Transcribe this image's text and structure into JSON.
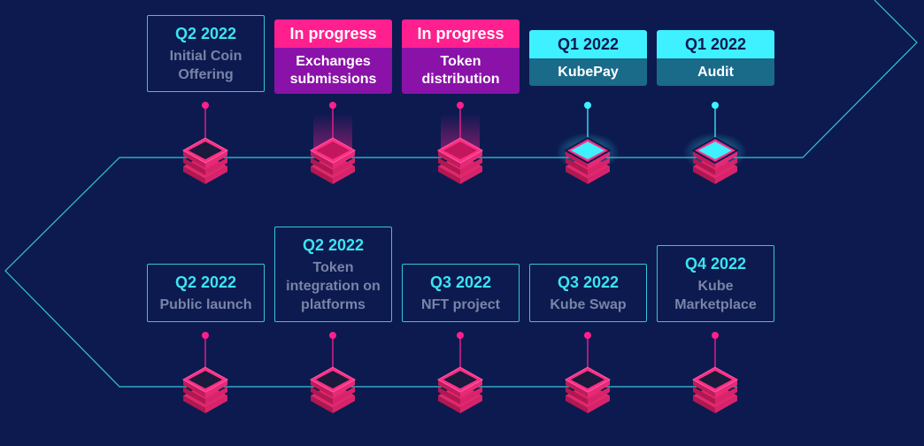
{
  "colors": {
    "background": "#0c1a50",
    "line": "#34c6d9",
    "pink": "#ff1f8e",
    "purple": "#8a12a8",
    "cyan": "#3ff0ff",
    "teal": "#1a6a8a",
    "muted_text": "#7a84a6"
  },
  "milestones_top": [
    {
      "date": "Q2 2022",
      "title": "Initial Coin Offering",
      "status": "upcoming"
    },
    {
      "date": "In progress",
      "title": "Exchanges submissions",
      "status": "in-progress"
    },
    {
      "date": "In progress",
      "title": "Token distribution",
      "status": "in-progress"
    },
    {
      "date": "Q1 2022",
      "title": "KubePay",
      "status": "completed"
    },
    {
      "date": "Q1 2022",
      "title": "Audit",
      "status": "completed"
    }
  ],
  "milestones_bottom": [
    {
      "date": "Q2 2022",
      "title": "Public launch",
      "status": "upcoming"
    },
    {
      "date": "Q2 2022",
      "title": "Token integration on platforms",
      "status": "upcoming"
    },
    {
      "date": "Q3 2022",
      "title": "NFT project",
      "status": "upcoming"
    },
    {
      "date": "Q3 2022",
      "title": "Kube Swap",
      "status": "upcoming"
    },
    {
      "date": "Q4 2022",
      "title": "Kube Marketplace",
      "status": "upcoming"
    }
  ]
}
